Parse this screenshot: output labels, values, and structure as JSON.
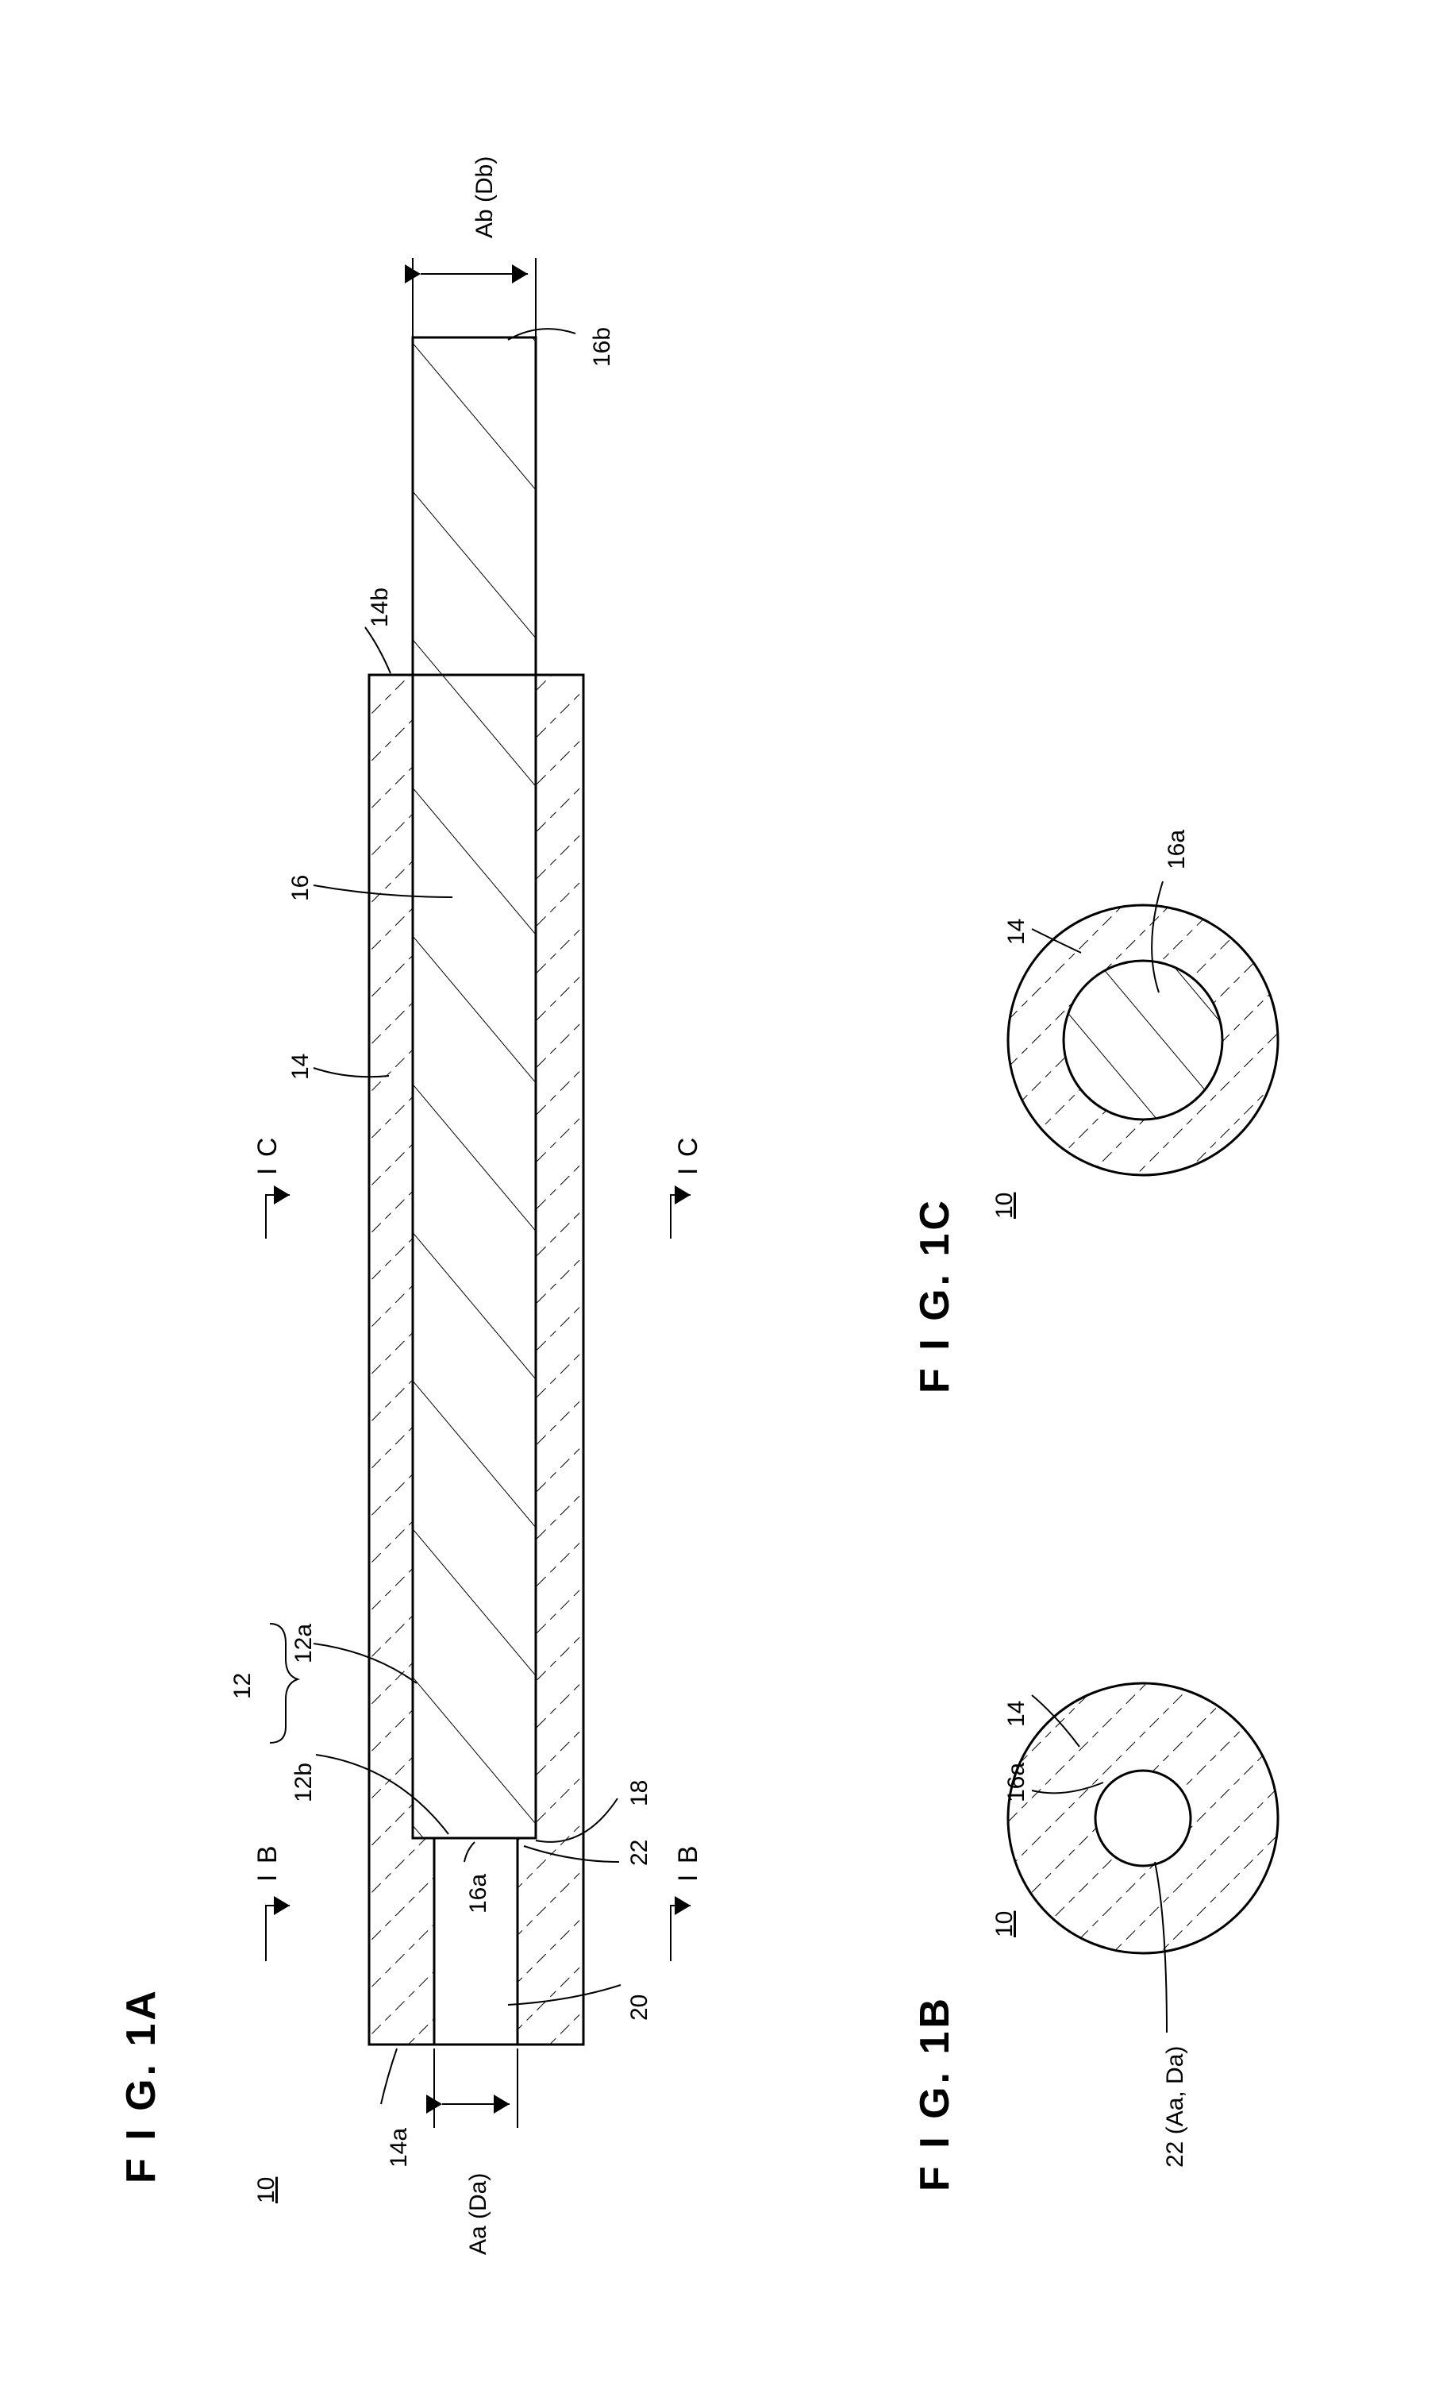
{
  "figures": {
    "fig1a": {
      "title": "F I G. 1A",
      "number": "10",
      "labels": {
        "l_14a": "14a",
        "l_14b": "14b",
        "l_16b": "16b",
        "l_16": "16",
        "l_14": "14",
        "l_12": "12",
        "l_12a": "12a",
        "l_12b": "12b",
        "l_16a": "16a",
        "l_18": "18",
        "l_22": "22",
        "l_20": "20",
        "dim_a": "Aa (Da)",
        "dim_b": "Ab (Db)"
      },
      "section_ib": "I B",
      "section_ic": "I C"
    },
    "fig1b": {
      "title": "F I G. 1B",
      "number": "10",
      "labels": {
        "l_14": "14",
        "l_16a": "16a",
        "l_22": "22 (Aa, Da)"
      }
    },
    "fig1c": {
      "title": "F I G. 1C",
      "number": "10",
      "labels": {
        "l_14": "14",
        "l_16a": "16a"
      }
    }
  }
}
